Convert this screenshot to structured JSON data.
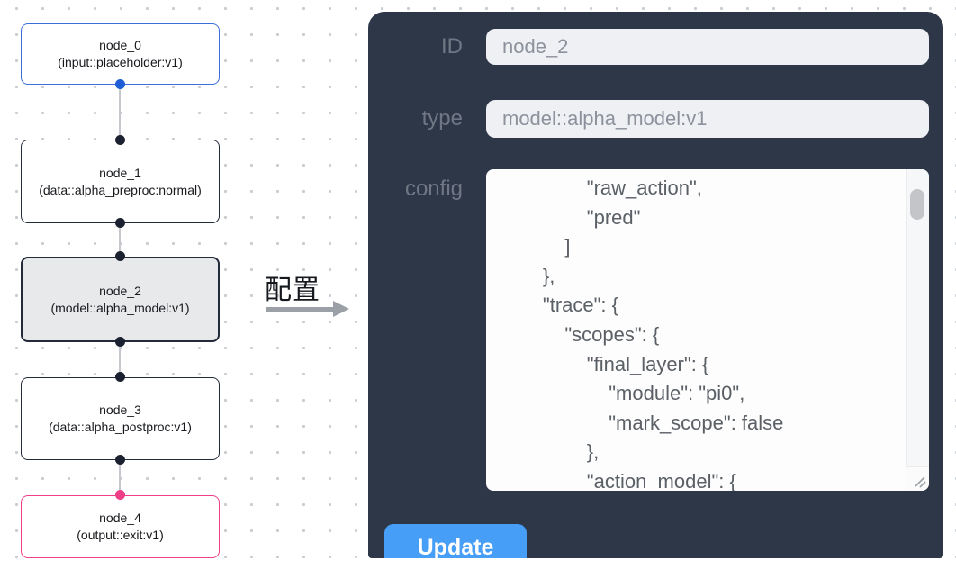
{
  "canvas": {
    "nodes": [
      {
        "id": "node_0",
        "type": "(input::placeholder:v1)"
      },
      {
        "id": "node_1",
        "type": "(data::alpha_preproc:normal)"
      },
      {
        "id": "node_2",
        "type": "(model::alpha_model:v1)"
      },
      {
        "id": "node_3",
        "type": "(data::alpha_postproc:v1)"
      },
      {
        "id": "node_4",
        "type": "(output::exit:v1)"
      }
    ],
    "transition_label": "配置"
  },
  "panel": {
    "id_field": {
      "label": "ID",
      "value": "node_2"
    },
    "type_field": {
      "label": "type",
      "value": "model::alpha_model:v1"
    },
    "config_field": {
      "label": "config",
      "code": "                \"raw_action\",\n                \"pred\"\n            ]\n        },\n        \"trace\": {\n            \"scopes\": {\n                \"final_layer\": {\n                    \"module\": \"pi0\",\n                    \"mark_scope\": false\n                },\n                \"action_model\": {"
    },
    "update_button": "Update"
  },
  "colors": {
    "panel_bg": "#2e3748",
    "node_input_border": "#3a6fd8",
    "node_output_border": "#ee3f87",
    "node_selected_bg": "#e8e9eb",
    "port_blue": "#1f5fd6",
    "port_pink": "#ee3f87",
    "update_button_bg": "#479ef7",
    "input_bg": "#eef0f4"
  }
}
